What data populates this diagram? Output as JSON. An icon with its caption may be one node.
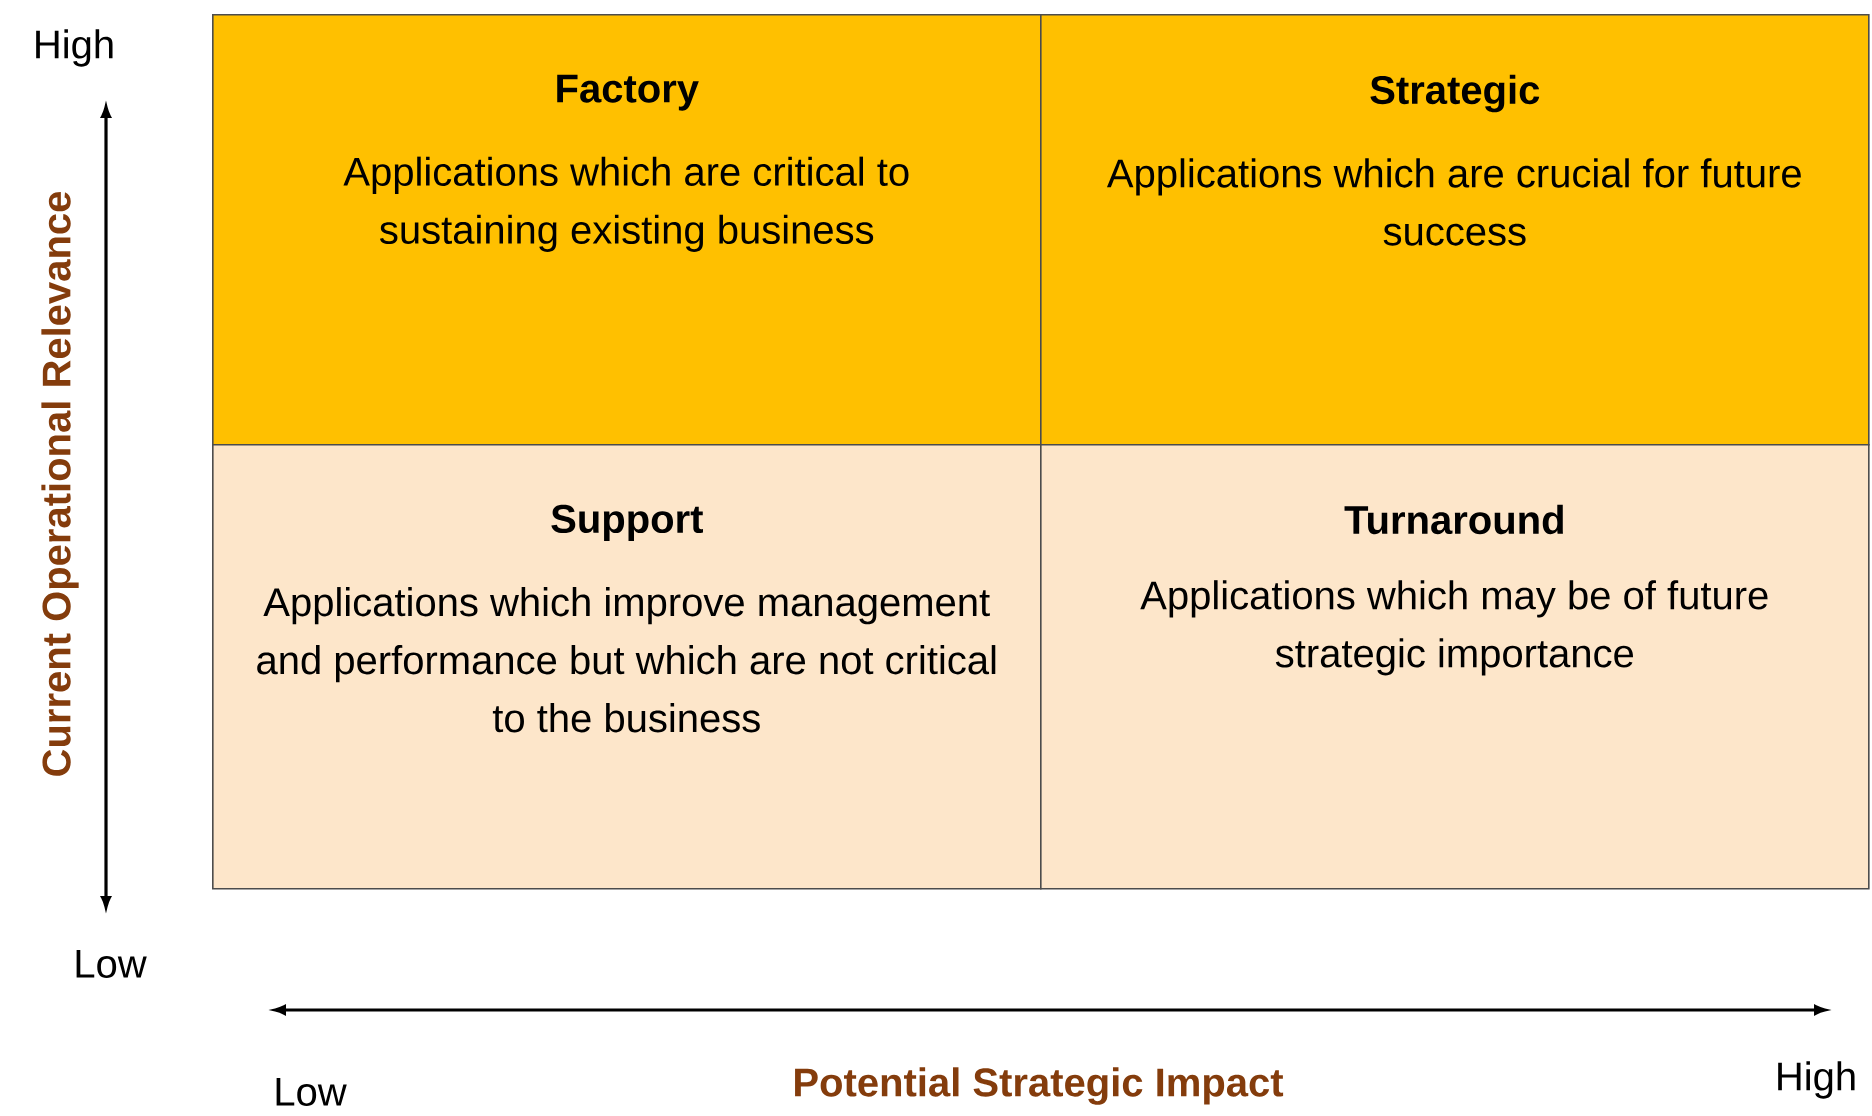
{
  "diagram": {
    "nodes": [
      {
        "text": [
          "Factory",
          "Applications which are critical to sustaining  existing business"
        ]
      },
      {
        "text": [
          "Strategic",
          "Applications which are crucial for future success"
        ]
      },
      {
        "text": [
          "Support",
          "Applications which improve management and  performance but which are not critical to the business"
        ]
      },
      {
        "text": [
          "Turnaround",
          "Applications which may be of future strategic importance"
        ]
      }
    ],
    "edges": [],
    "labels": [
      "High",
      "Current Operational Relevance",
      "Low",
      "Low",
      "Potential Strategic Impact",
      "High"
    ]
  }
}
